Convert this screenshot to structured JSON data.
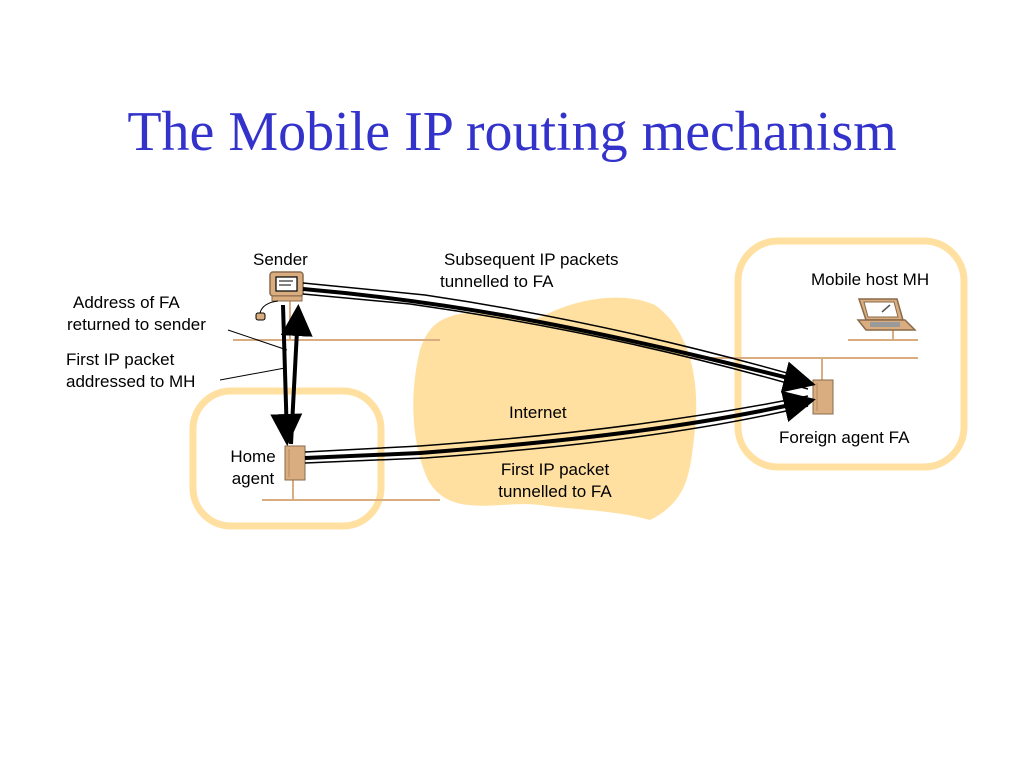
{
  "slide": {
    "title": "The Mobile IP routing mechanism"
  },
  "colors": {
    "title": "#3333CC",
    "region_fill": "#FFE0A0",
    "region_border": "#FFE0A0",
    "network_line": "#D9AD80",
    "device_fill": "#D9AD80",
    "arrow": "#000000",
    "text": "#000000"
  },
  "labels": {
    "sender": "Sender",
    "subsequent_line1": "Subsequent IP packets",
    "subsequent_line2": "tunnelled to FA",
    "mobile_host": "Mobile host MH",
    "address_fa_line1": "Address of FA",
    "address_fa_line2": "returned to sender",
    "first_packet_line1": "First IP packet",
    "first_packet_line2": "addressed to MH",
    "internet": "Internet",
    "foreign_agent": "Foreign agent FA",
    "home_agent_line1": "Home",
    "home_agent_line2": "agent",
    "first_tunnelled_line1": "First IP packet",
    "first_tunnelled_line2": "tunnelled to FA"
  },
  "icons": {
    "sender_device": "desktop-computer-icon",
    "home_agent_device": "router-box-icon",
    "foreign_agent_device": "router-box-icon",
    "mobile_host_device": "laptop-icon"
  }
}
